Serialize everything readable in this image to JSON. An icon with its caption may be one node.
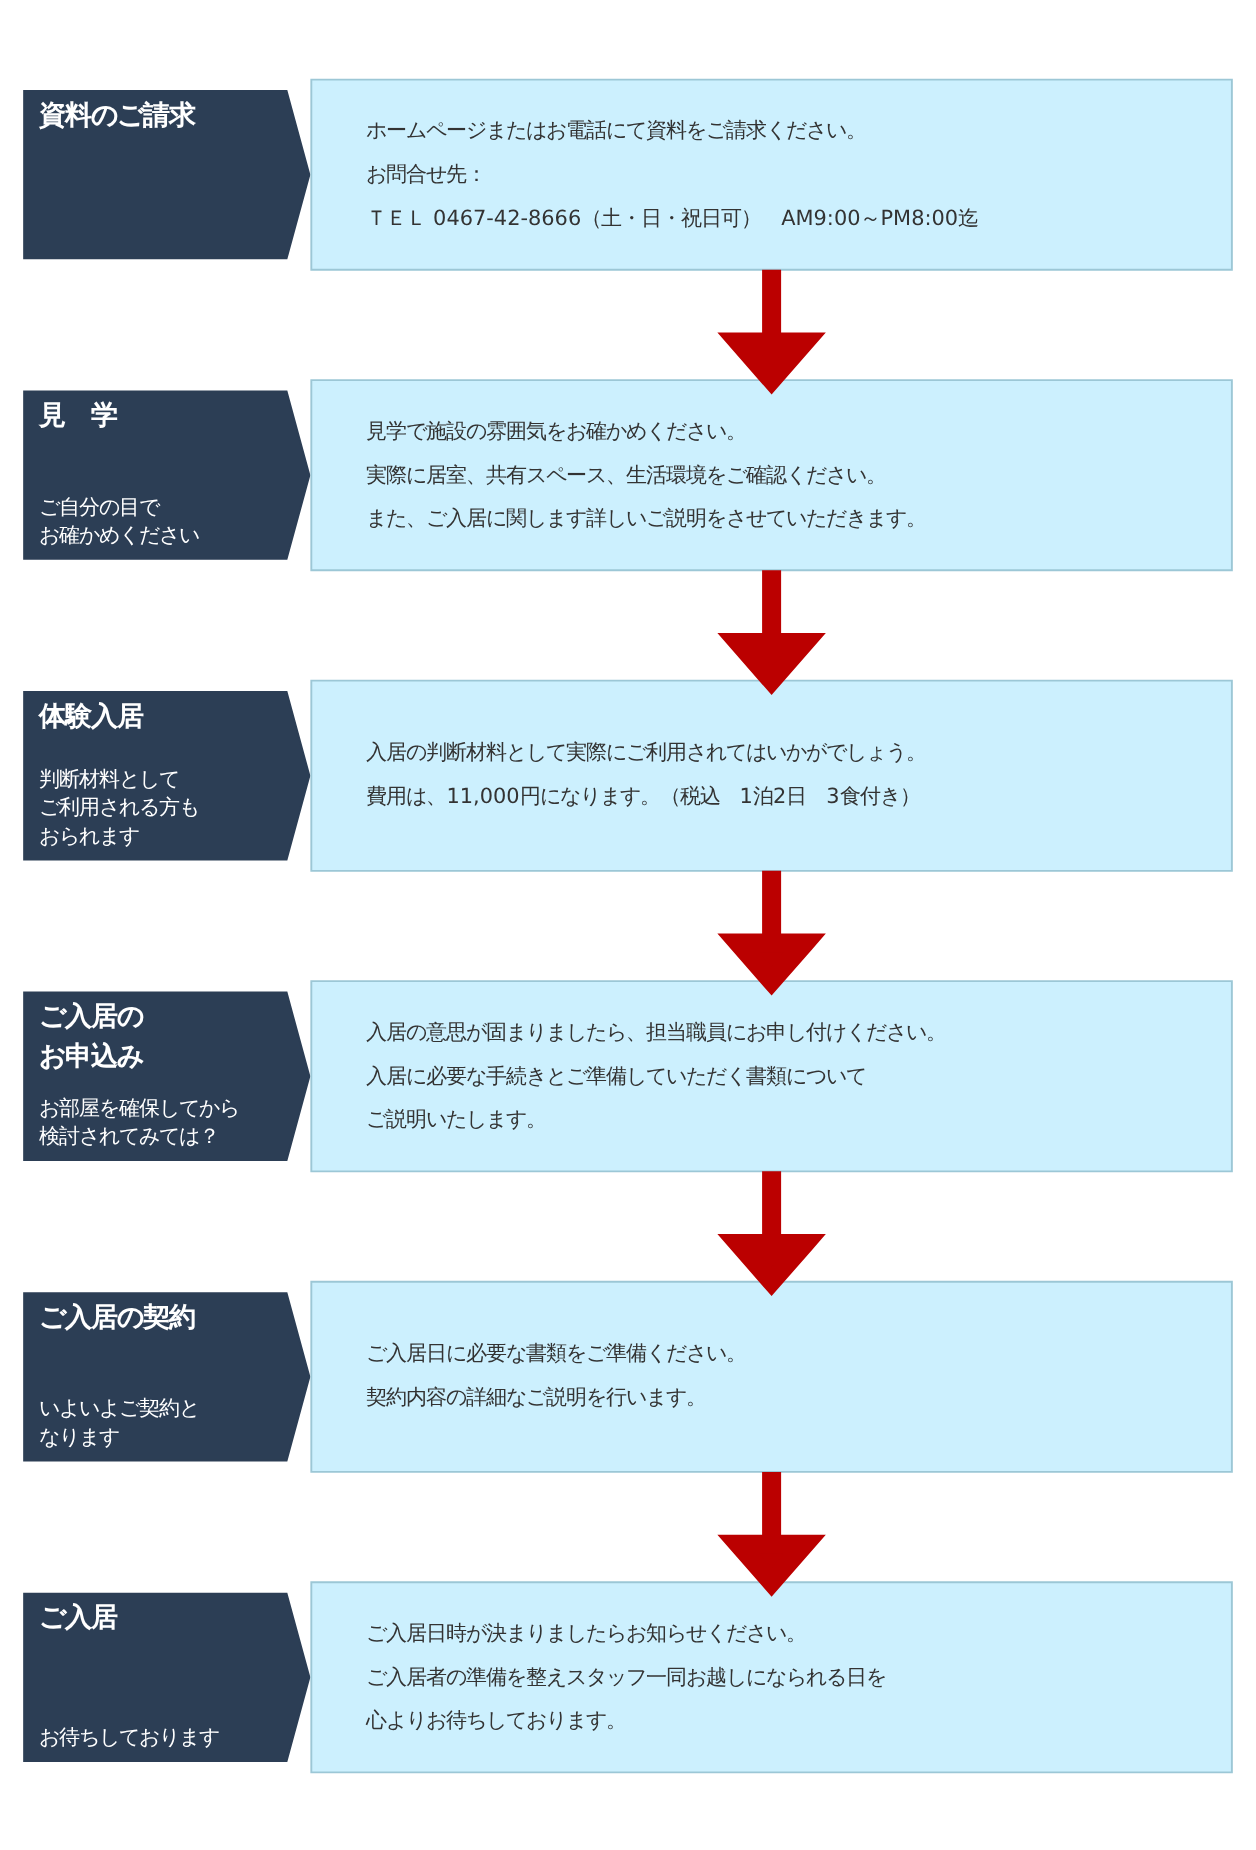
{
  "diagram": {
    "nodes": [
      {
        "text": [
          "資料のご請求"
        ]
      },
      {
        "text": [
          "ホームページまたはお電話にて資料をご請求ください。",
          "お問合せ先：",
          "ＴＥＬ 0467-42-8666（土・日・祝日可）　AM9:00～PM8:00迄"
        ]
      },
      {
        "text": [
          "見　学",
          "ご自分の目でお確かめください"
        ]
      },
      {
        "text": [
          "見学で施設の雰囲気をお確かめください。",
          "実際に居室、共有スペース、生活環境をご確認ください。",
          "また、ご入居に関します詳しいご説明をさせていただきます。"
        ]
      },
      {
        "text": [
          "体験入居",
          "判断材料としてご利用される方もおられます"
        ]
      },
      {
        "text": [
          "入居の判断材料として実際にご利用されてはいかがでしょう。",
          "費用は、11,000円になります。（税込　1泊2日　3食付き）"
        ]
      },
      {
        "text": [
          "ご入居のお申込み",
          "お部屋を確保してから検討されてみては？"
        ]
      },
      {
        "text": [
          "入居の意思が固まりましたら、担当職員にお申し付けください。",
          "入居に必要な手続きとご準備していただく書類についてご説明いたします。"
        ]
      },
      {
        "text": [
          "ご入居の契約",
          "いよいよご契約となります"
        ]
      },
      {
        "text": [
          "ご入居日に必要な書類をご準備ください。",
          "契約内容の詳細なご説明を行います。"
        ]
      },
      {
        "text": [
          "ご入居",
          "お待ちしております"
        ]
      },
      {
        "text": [
          "ご入居日時が決まりましたらお知らせください。",
          "ご入居者の準備を整えスタッフ一同お越しになられる日を心よりお待ちしております。"
        ]
      }
    ],
    "edges": [
      {
        "from": 1,
        "to": 3,
        "arrow": "to"
      },
      {
        "from": 3,
        "to": 5,
        "arrow": "to"
      },
      {
        "from": 5,
        "to": 7,
        "arrow": "to"
      },
      {
        "from": 7,
        "to": 9,
        "arrow": "to"
      },
      {
        "from": 9,
        "to": 11,
        "arrow": "to"
      }
    ]
  }
}
